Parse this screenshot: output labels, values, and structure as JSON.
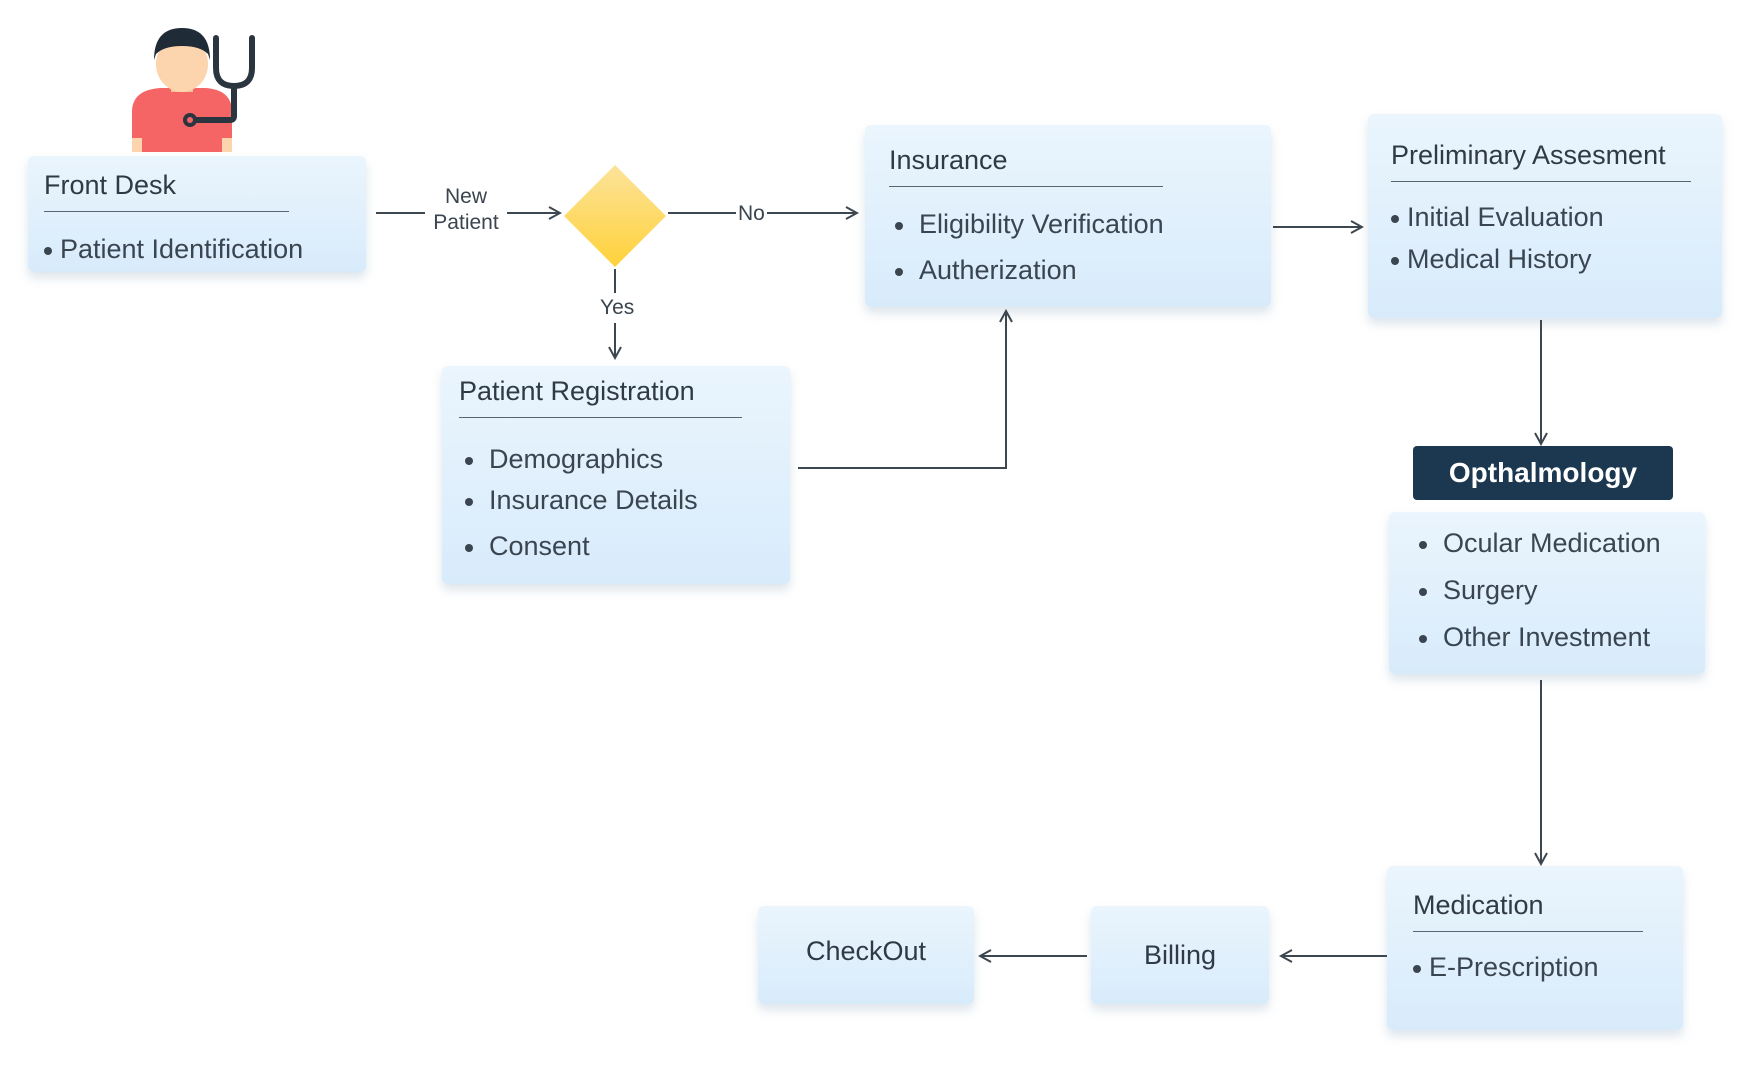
{
  "nodes": {
    "front_desk": {
      "title": "Front Desk",
      "items": [
        "Patient Identification"
      ]
    },
    "decision": {
      "shape": "diamond"
    },
    "patient_registration": {
      "title": "Patient Registration",
      "items": [
        "Demographics",
        "Insurance Details",
        "Consent"
      ]
    },
    "insurance": {
      "title": "Insurance",
      "items": [
        "Eligibility Verification",
        "Autherization"
      ]
    },
    "preliminary": {
      "title": "Preliminary Assesment",
      "items": [
        "Initial Evaluation",
        "Medical History"
      ]
    },
    "ophthalmology": {
      "title": "Opthalmology",
      "items": [
        "Ocular Medication",
        "Surgery",
        "Other Investment"
      ]
    },
    "medication": {
      "title": "Medication",
      "items": [
        "E-Prescription"
      ]
    },
    "billing": {
      "title": "Billing"
    },
    "checkout": {
      "title": "CheckOut"
    }
  },
  "edges": {
    "new_patient_label": "New Patient",
    "new_patient_line1": "New",
    "new_patient_line2": "Patient",
    "no_label": "No",
    "yes_label": "Yes"
  },
  "icons": {
    "doctor": "doctor-with-stethoscope-icon"
  },
  "colors": {
    "box_top": "#eaf5fd",
    "box_bottom": "#d8ebfb",
    "diamond_top": "#fbe39a",
    "diamond_bottom": "#ffd23a",
    "dark_header": "#1c3850",
    "arrow": "#3d4750",
    "doctor_shirt": "#f56565",
    "doctor_hair": "#1f2b36",
    "doctor_skin": "#fcd4ad"
  }
}
